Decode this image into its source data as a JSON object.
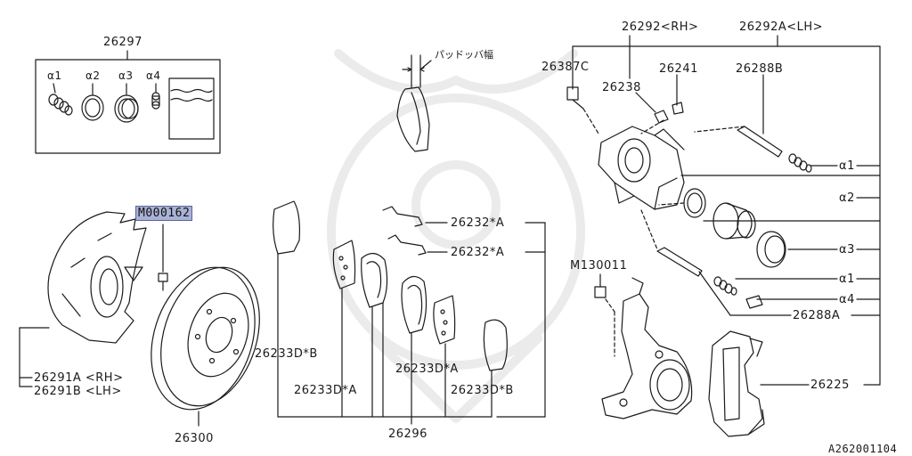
{
  "diagram_id": "A262001104",
  "highlight_part": "M000162",
  "highlight_color": "#a9b2d6",
  "pad_width_note": "パッドッバ幅",
  "labels": {
    "p26297": "26297",
    "a1_kit": "α1",
    "a2_kit": "α2",
    "a3_kit": "α3",
    "a4_kit": "α4",
    "p26291a": "26291A <RH>",
    "p26291b": "26291B <LH>",
    "p26300": "26300",
    "p26233db_left": "26233D*B",
    "p26233da_left": "26233D*A",
    "p26233da_right": "26233D*A",
    "p26233db_right": "26233D*B",
    "p26296": "26296",
    "p26232a_top": "26232*A",
    "p26232a_bottom": "26232*A",
    "p26292_rh": "26292<RH>",
    "p26292a_lh": "26292A<LH>",
    "p26387c": "26387C",
    "p26238": "26238",
    "p26241": "26241",
    "p26288b": "26288B",
    "a1_top": "α1",
    "a2": "α2",
    "a3": "α3",
    "a1_mid": "α1",
    "a4": "α4",
    "p26288a": "26288A",
    "m130011": "M130011",
    "p26225": "26225"
  }
}
